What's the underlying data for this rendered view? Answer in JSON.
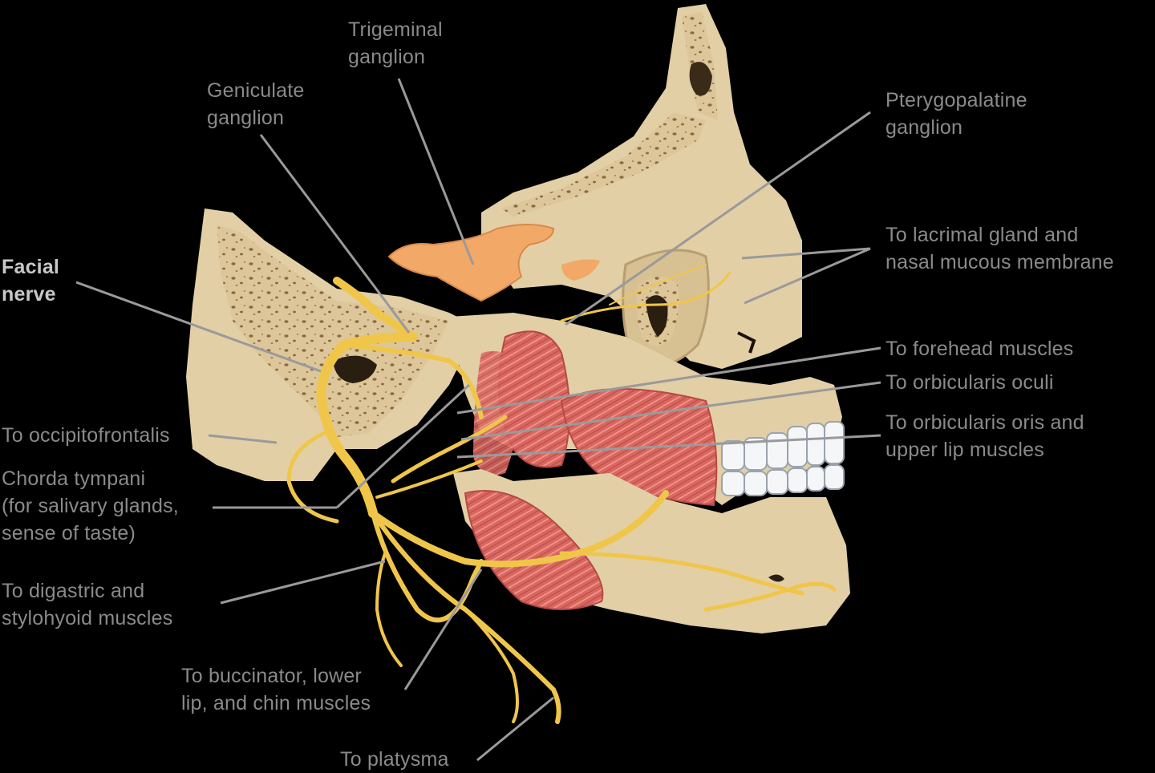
{
  "labels": {
    "trigeminal_ganglion": "Trigeminal\nganglion",
    "geniculate_ganglion": "Geniculate\nganglion",
    "pterygopalatine_ganglion": "Pterygopalatine\nganglion",
    "facial_nerve": "Facial\nnerve",
    "lacrimal": "To lacrimal gland and\nnasal mucous membrane",
    "forehead": "To forehead muscles",
    "orbicularis_oculi": "To orbicularis oculi",
    "orbicularis_oris": "To orbicularis oris and\nupper lip muscles",
    "occipitofrontalis": "To occipitofrontalis",
    "chorda_tympani": "Chorda tympani\n(for salivary glands,\nsense of taste)",
    "digastric": "To digastric and\nstylohyoid muscles",
    "buccinator": "To buccinator, lower\nlip, and chin muscles",
    "platysma": "To platysma"
  },
  "colors": {
    "background": "#000000",
    "bone": "#e2cfa6",
    "bone_shadow": "#b89e70",
    "marrow": "#7a5a32",
    "nerve": "#f0c64a",
    "ganglion": "#f2a866",
    "muscle": "#d9665f",
    "teeth": "#f4f6f8",
    "leader": "#9a9a9a",
    "label": "#8a8a8a"
  }
}
